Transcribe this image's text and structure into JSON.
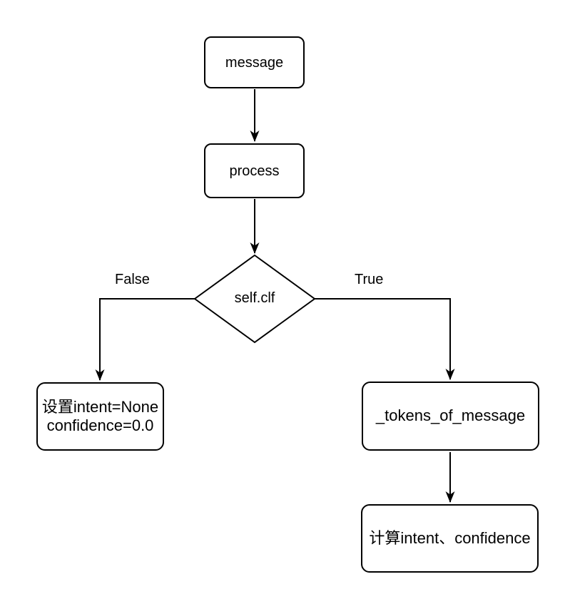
{
  "diagram": {
    "type": "flowchart",
    "background_color": "#ffffff",
    "stroke_color": "#000000",
    "node_fill_color": "#ffffff",
    "nodes": {
      "message": {
        "label": "message",
        "shape": "rounded-rectangle"
      },
      "process": {
        "label": "process",
        "shape": "rounded-rectangle"
      },
      "decision": {
        "label": "self.clf",
        "shape": "diamond"
      },
      "set_defaults": {
        "label_line1": "设置intent=None",
        "label_line2": "confidence=0.0",
        "shape": "rounded-rectangle"
      },
      "tokens": {
        "label": "_tokens_of_message",
        "shape": "rounded-rectangle"
      },
      "compute": {
        "label": "计算intent、confidence",
        "shape": "rounded-rectangle"
      }
    },
    "edges": [
      {
        "from": "message",
        "to": "process",
        "label": ""
      },
      {
        "from": "process",
        "to": "decision",
        "label": ""
      },
      {
        "from": "decision",
        "to": "set_defaults",
        "label": "False"
      },
      {
        "from": "decision",
        "to": "tokens",
        "label": "True"
      },
      {
        "from": "tokens",
        "to": "compute",
        "label": ""
      }
    ]
  }
}
